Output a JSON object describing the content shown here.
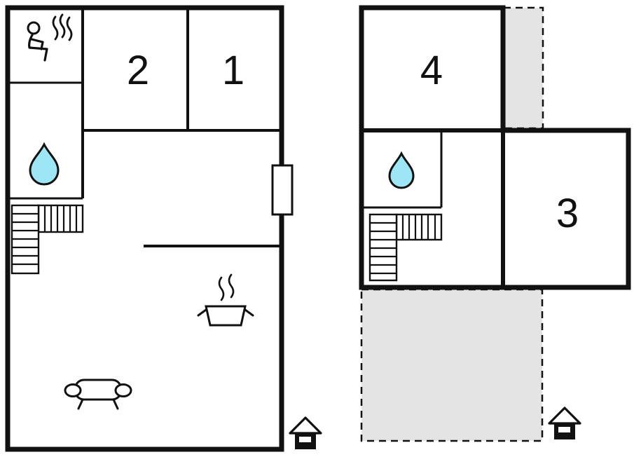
{
  "colors": {
    "wall": "#111111",
    "water_drop": "#9de6f5",
    "terrace_fill": "#e4e4e4",
    "background": "#ffffff"
  },
  "floor1": {
    "rooms": [
      {
        "label": "2"
      },
      {
        "label": "1"
      }
    ],
    "icons": [
      "sauna-person-icon",
      "heat-waves-icon",
      "water-drop-icon",
      "stairs-icon",
      "window-door-icon",
      "cooking-pot-icon",
      "steam-icon",
      "sofa-icon",
      "entrance-house-icon"
    ]
  },
  "floor2": {
    "rooms": [
      {
        "label": "4"
      },
      {
        "label": "3"
      }
    ],
    "icons": [
      "water-drop-icon",
      "stairs-icon",
      "terrace-dashed-area",
      "entrance-house-icon"
    ]
  }
}
